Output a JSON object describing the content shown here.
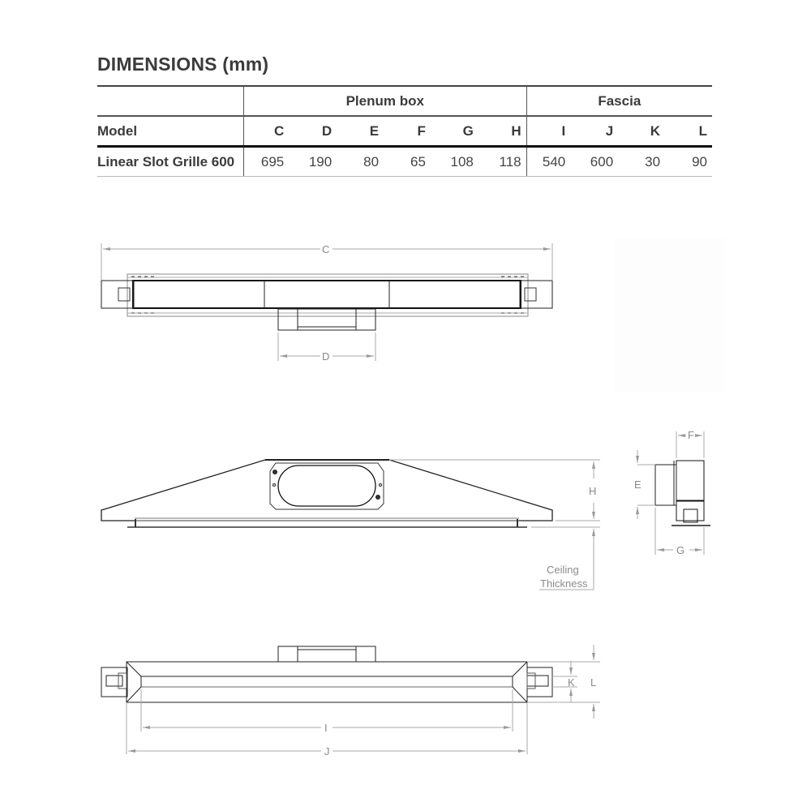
{
  "title": "DIMENSIONS (mm)",
  "table": {
    "groups": {
      "plenum": "Plenum box",
      "fascia": "Fascia"
    },
    "headers": {
      "model": "Model",
      "C": "C",
      "D": "D",
      "E": "E",
      "F": "F",
      "G": "G",
      "H": "H",
      "I": "I",
      "J": "J",
      "K": "K",
      "L": "L"
    },
    "rows": [
      {
        "model": "Linear Slot Grille 600",
        "C": "695",
        "D": "190",
        "E": "80",
        "F": "65",
        "G": "108",
        "H": "118",
        "I": "540",
        "J": "600",
        "K": "30",
        "L": "90"
      }
    ]
  },
  "drawings": {
    "top_view": {
      "dim_labels": {
        "C": "C",
        "D": "D"
      }
    },
    "front_view": {
      "dim_labels": {
        "H": "H"
      },
      "note_line1": "Ceiling",
      "note_line2": "Thickness"
    },
    "side_view": {
      "dim_labels": {
        "E": "E",
        "F": "F",
        "G": "G"
      }
    },
    "bottom_view": {
      "dim_labels": {
        "I": "I",
        "J": "J",
        "K": "K",
        "L": "L"
      }
    }
  },
  "colors": {
    "text": "#3b3b3b",
    "line": "#222222",
    "dim_line": "#9a9a9a"
  }
}
